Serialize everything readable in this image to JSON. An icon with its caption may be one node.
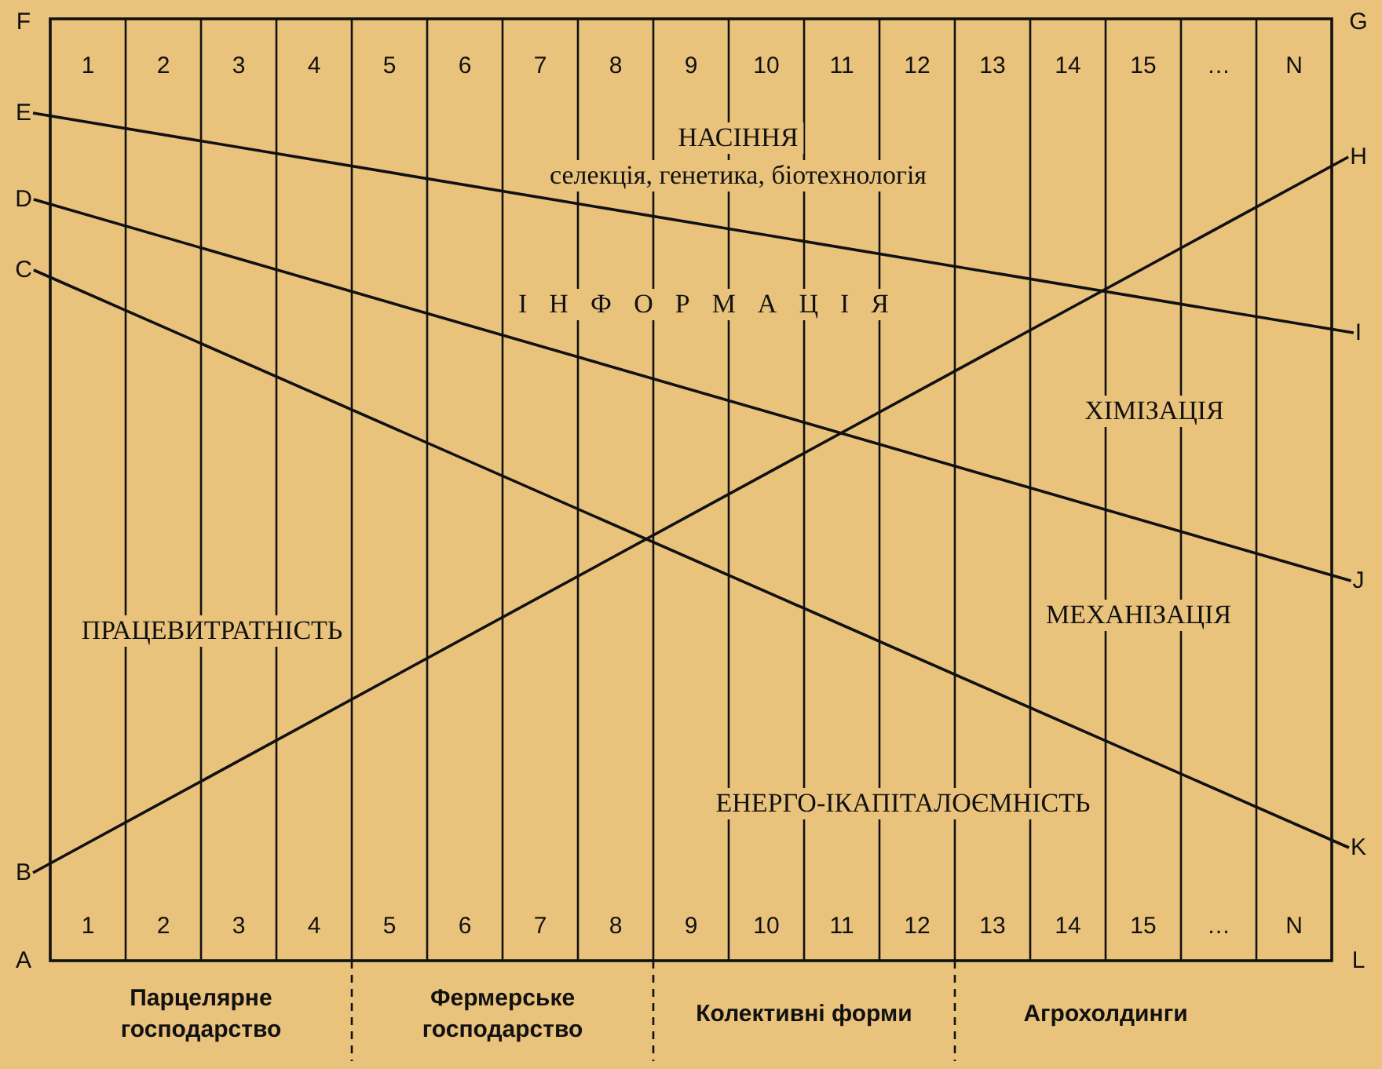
{
  "diagram": {
    "nodes": [
      {
        "text": [
          "E"
        ]
      },
      {
        "text": [
          "D"
        ]
      },
      {
        "text": [
          "C"
        ]
      },
      {
        "text": [
          "B"
        ]
      },
      {
        "text": [
          "H"
        ]
      },
      {
        "text": [
          "I"
        ]
      },
      {
        "text": [
          "J"
        ]
      },
      {
        "text": [
          "K"
        ]
      }
    ],
    "edges": [
      {
        "from": 0,
        "to": 5,
        "arrow": "none"
      },
      {
        "from": 1,
        "to": 6,
        "arrow": "none"
      },
      {
        "from": 2,
        "to": 7,
        "arrow": "none"
      },
      {
        "from": 3,
        "to": 4,
        "arrow": "none"
      }
    ],
    "labels": [
      "F",
      "1",
      "2",
      "3",
      "4",
      "5",
      "6",
      "7",
      "8",
      "9",
      "10",
      "11",
      "12",
      "13",
      "14",
      "15",
      "…",
      "N",
      "G",
      "НАСІННЯ",
      "селекція, генетика, біотехнологія",
      "ІНФОРМАЦІЯ",
      "ХІМІЗАЦІЯ",
      "МЕХАНІЗАЦІЯ",
      "ПРАЦЕВИТРАТНІСТЬ",
      "ЕНЕРГО-ІКАПІТАЛОЄМНІСТЬ",
      "A",
      "1",
      "2",
      "3",
      "4",
      "5",
      "6",
      "7",
      "8",
      "9",
      "10",
      "11",
      "12",
      "13",
      "14",
      "15",
      "…",
      "N",
      "L",
      "Парцелярне господарство",
      "Фермерське господарство",
      "Колективні форми",
      "Агрохолдинги"
    ]
  }
}
